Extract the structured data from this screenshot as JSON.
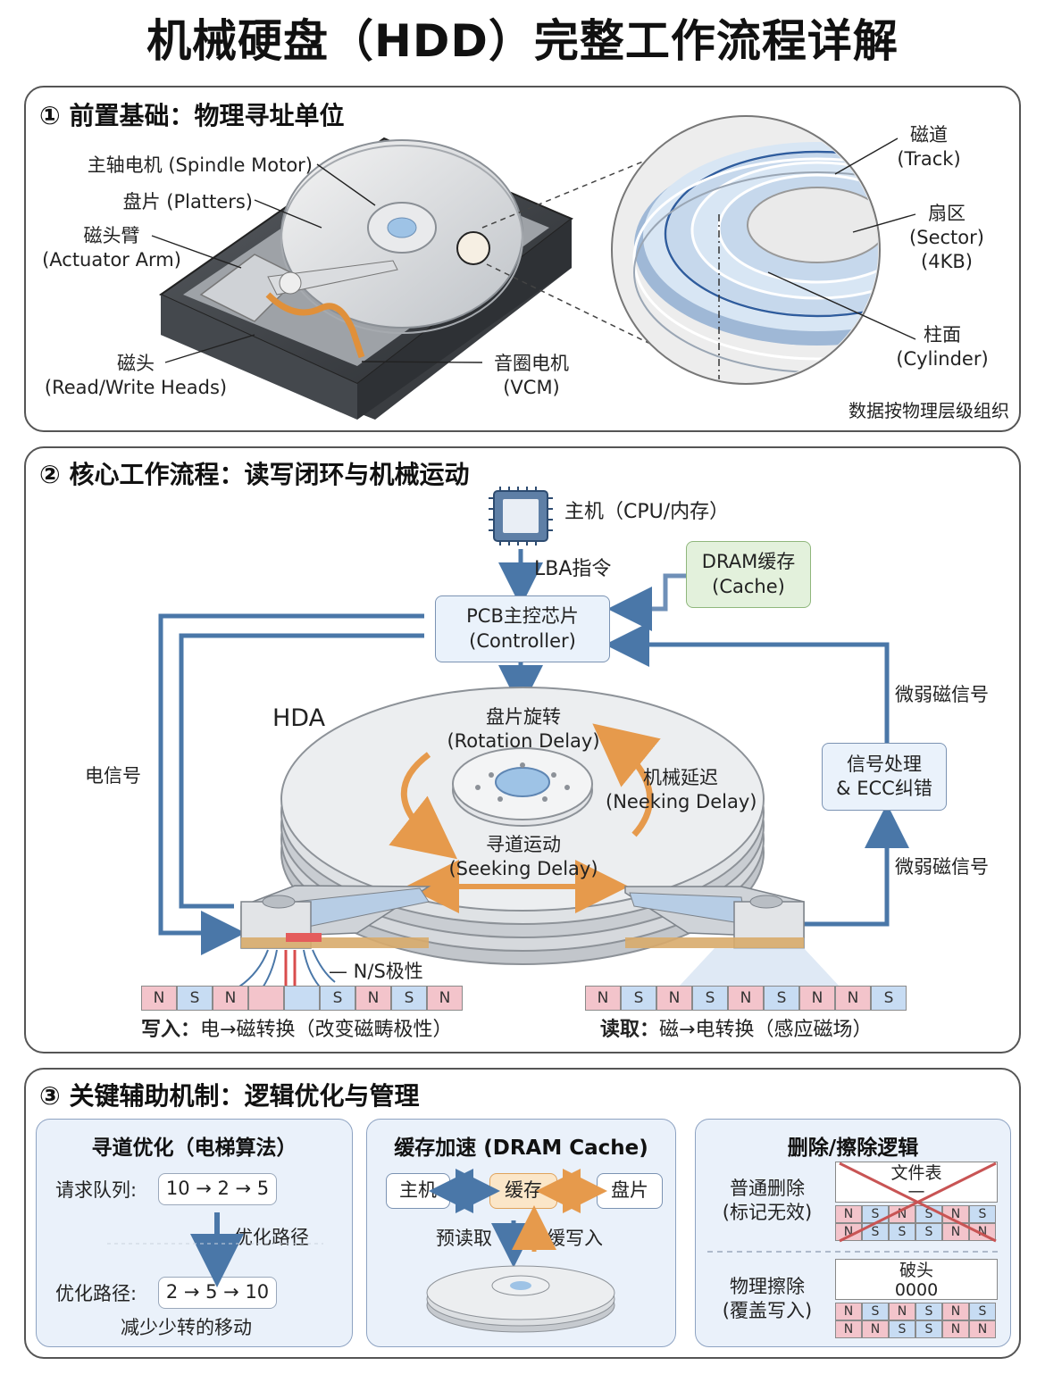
{
  "title": "机械硬盘（HDD）完整工作流程详解",
  "section1": {
    "title": "① 前置基础：物理寻址单位",
    "labels": {
      "spindle": "主轴电机 (Spindle Motor)",
      "platters": "盘片 (Platters)",
      "arm_cn": "磁头臂",
      "arm_en": "(Actuator Arm)",
      "heads_cn": "磁头",
      "heads_en": "(Read/Write Heads)",
      "vcm_cn": "音圈电机",
      "vcm_en": "(VCM)",
      "track_cn": "磁道",
      "track_en": "(Track)",
      "sector_cn": "扇区",
      "sector_en": "(Sector)",
      "sector_size": "(4KB)",
      "cylinder_cn": "柱面",
      "cylinder_en": "(Cylinder)",
      "caption": "数据按物理层级组织"
    }
  },
  "section2": {
    "title": "② 核心工作流程：读写闭环与机械运动",
    "host": "主机（CPU/内存）",
    "lba": "LBA指令",
    "dram_line1": "DRAM缓存",
    "dram_line2": "(Cache)",
    "pcb_line1": "PCB主控芯片",
    "pcb_line2": "(Controller)",
    "hda": "HDA",
    "electric_signal": "电信号",
    "weak_signal_top": "微弱磁信号",
    "weak_signal_bottom": "微弱磁信号",
    "signal_line1": "信号处理",
    "signal_line2": "& ECC纠错",
    "rotation_cn": "盘片旋转",
    "rotation_en": "(Rotation Delay)",
    "mech_cn": "机械延迟",
    "mech_en": "(Neeking Delay)",
    "seek_cn": "寻道运动",
    "seek_en": "(Seeking Delay)",
    "ns_polarity": "— N/S极性",
    "write_strip": [
      "N",
      "S",
      "N",
      "",
      "",
      "S",
      "N",
      "S",
      "N"
    ],
    "read_strip": [
      "N",
      "S",
      "N",
      "S",
      "N",
      "S",
      "N",
      "N",
      "S"
    ],
    "write_caption_bold": "写入：",
    "write_caption": "电→磁转换（改变磁畴极性）",
    "read_caption_bold": "读取：",
    "read_caption": "磁→电转换（感应磁场）"
  },
  "section3": {
    "title": "③ 关键辅助机制：逻辑优化与管理",
    "seek_opt": {
      "title": "寻道优化（电梯算法）",
      "queue_label": "请求队列:",
      "queue_value": "10 → 2 → 5",
      "arrow_label": "优化路径",
      "path_label": "优化路径:",
      "path_value": "2 → 5 → 10",
      "note": "减少少转的移动"
    },
    "cache": {
      "title": "缓存加速 (DRAM Cache)",
      "host": "主机",
      "cache": "缓存",
      "disk": "盘片",
      "prefetch": "预读取",
      "writeback": "缓写入"
    },
    "erase": {
      "title": "删除/擦除逻辑",
      "normal_line1": "普通删除",
      "normal_line2": "(标记无效)",
      "file_table": "文件表",
      "dash": "—",
      "normal_row1": [
        "N",
        "S",
        "N",
        "S",
        "N",
        "S"
      ],
      "normal_row2": [
        "N",
        "S",
        "S",
        "S",
        "N",
        "N"
      ],
      "phys_line1": "物理擦除",
      "phys_line2": "(覆盖写入)",
      "broken": "破头",
      "zeros": "0000",
      "phys_row1": [
        "N",
        "S",
        "N",
        "S",
        "N",
        "S"
      ],
      "phys_row2": [
        "N",
        "N",
        "S",
        "S",
        "N",
        "N"
      ]
    }
  },
  "colors": {
    "arrow_blue": "#4a77a8",
    "arrow_orange": "#e69a4c",
    "cell_n": "#f3c4cb",
    "cell_s": "#c7dcf3",
    "cache_green": "#e3f1dc",
    "panel_bg": "#eaf1fa"
  }
}
